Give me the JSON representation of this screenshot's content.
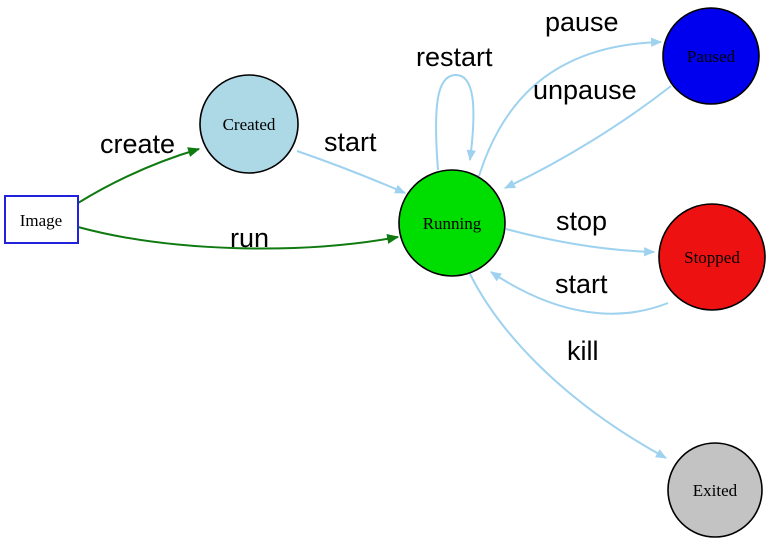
{
  "diagram": {
    "palette": {
      "edge_blue": "#9ed2ef",
      "edge_green": "#0f7a0f",
      "node_stroke": "#000000",
      "image_border": "#2222dd",
      "background": "#ffffff"
    },
    "nodes": {
      "image": {
        "label": "Image",
        "fill": "#ffffff",
        "shape": "rectangle"
      },
      "created": {
        "label": "Created",
        "fill": "#add8e6",
        "shape": "circle"
      },
      "running": {
        "label": "Running",
        "fill": "#00dd00",
        "shape": "circle"
      },
      "paused": {
        "label": "Paused",
        "fill": "#0000ee",
        "shape": "circle"
      },
      "stopped": {
        "label": "Stopped",
        "fill": "#ee1111",
        "shape": "circle"
      },
      "exited": {
        "label": "Exited",
        "fill": "#c3c3c3",
        "shape": "circle"
      }
    },
    "edges": {
      "create": {
        "label": "create",
        "from": "Image",
        "to": "Created"
      },
      "run": {
        "label": "run",
        "from": "Image",
        "to": "Running"
      },
      "start_created": {
        "label": "start",
        "from": "Created",
        "to": "Running"
      },
      "restart": {
        "label": "restart",
        "from": "Running",
        "to": "Running"
      },
      "pause": {
        "label": "pause",
        "from": "Running",
        "to": "Paused"
      },
      "unpause": {
        "label": "unpause",
        "from": "Paused",
        "to": "Running"
      },
      "stop": {
        "label": "stop",
        "from": "Running",
        "to": "Stopped"
      },
      "start_stopped": {
        "label": "start",
        "from": "Stopped",
        "to": "Running"
      },
      "kill": {
        "label": "kill",
        "from": "Running",
        "to": "Exited"
      }
    }
  }
}
